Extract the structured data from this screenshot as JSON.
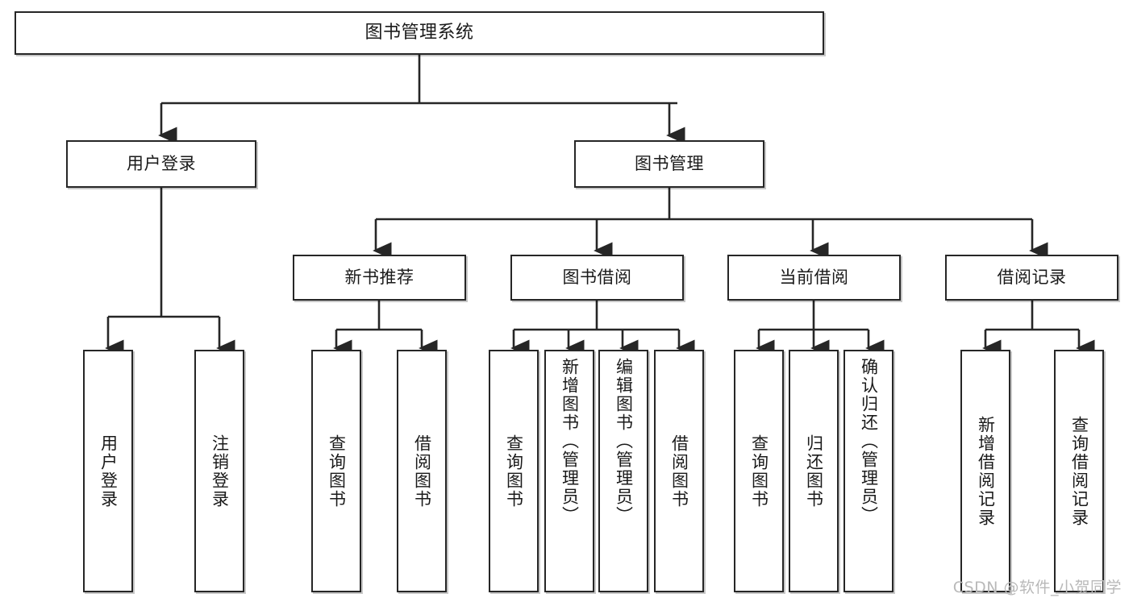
{
  "diagram": {
    "type": "tree-hierarchy-chart",
    "title": "图书管理系统",
    "colors": {
      "box_border": "#262626",
      "box_fill": "#ffffff",
      "edge": "#262626",
      "text": "#1a1a1a",
      "watermark": "#b9b9b9",
      "background": "#ffffff"
    },
    "root": {
      "label": "图书管理系统"
    },
    "level2": [
      {
        "id": "user-login",
        "label": "用户登录"
      },
      {
        "id": "book-management",
        "label": "图书管理"
      }
    ],
    "level3": [
      {
        "id": "new-book-recommend",
        "label": "新书推荐"
      },
      {
        "id": "book-borrow",
        "label": "图书借阅"
      },
      {
        "id": "current-borrow",
        "label": "当前借阅"
      },
      {
        "id": "borrow-record",
        "label": "借阅记录"
      }
    ],
    "leaves": [
      {
        "id": "leaf-user-login",
        "label": "用户登录",
        "parent": "user-login"
      },
      {
        "id": "leaf-user-logout",
        "label": "注销登录",
        "parent": "user-login"
      },
      {
        "id": "leaf-query-book-1",
        "label": "查询图书",
        "parent": "new-book-recommend"
      },
      {
        "id": "leaf-borrow-book-1",
        "label": "借阅图书",
        "parent": "new-book-recommend"
      },
      {
        "id": "leaf-query-book-2",
        "label": "查询图书",
        "parent": "book-borrow"
      },
      {
        "id": "leaf-add-book",
        "label": "新增图书（管理员）",
        "parent": "book-borrow"
      },
      {
        "id": "leaf-edit-book",
        "label": "编辑图书（管理员）",
        "parent": "book-borrow"
      },
      {
        "id": "leaf-borrow-book-2",
        "label": "借阅图书",
        "parent": "book-borrow"
      },
      {
        "id": "leaf-query-book-3",
        "label": "查询图书",
        "parent": "current-borrow"
      },
      {
        "id": "leaf-return-book",
        "label": "归还图书",
        "parent": "current-borrow"
      },
      {
        "id": "leaf-confirm-return",
        "label": "确认归还（管理员）",
        "parent": "current-borrow"
      },
      {
        "id": "leaf-add-record",
        "label": "新增借阅记录",
        "parent": "borrow-record"
      },
      {
        "id": "leaf-query-record",
        "label": "查询借阅记录",
        "parent": "borrow-record"
      }
    ]
  },
  "watermark": {
    "text": "CSDN @软件_小贺同学"
  }
}
